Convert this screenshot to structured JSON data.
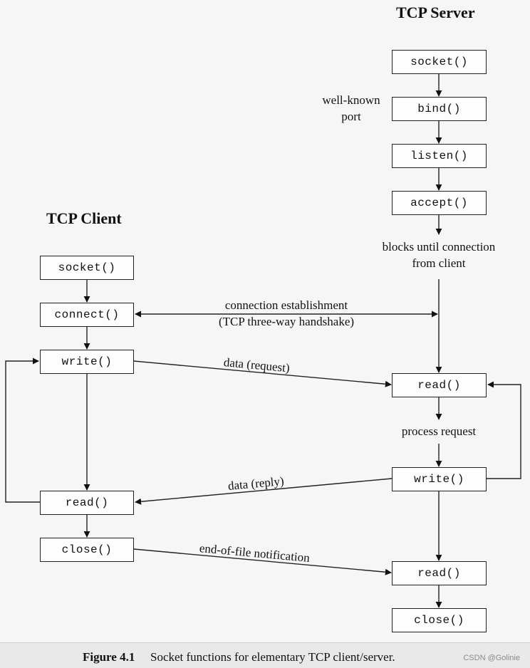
{
  "server": {
    "title": "TCP Server",
    "socket": "socket()",
    "bind": "bind()",
    "listen": "listen()",
    "accept": "accept()",
    "read1": "read()",
    "write": "write()",
    "read2": "read()",
    "close": "close()"
  },
  "client": {
    "title": "TCP Client",
    "socket": "socket()",
    "connect": "connect()",
    "write": "write()",
    "read": "read()",
    "close": "close()"
  },
  "labels": {
    "wellknown_line1": "well-known",
    "wellknown_line2": "port",
    "blocks_line1": "blocks until connection",
    "blocks_line2": "from client",
    "conn_line1": "connection establishment",
    "conn_line2": "(TCP three-way handshake)",
    "data_request": "data (request)",
    "process_request": "process request",
    "data_reply": "data (reply)",
    "eof": "end-of-file notification"
  },
  "caption": {
    "figure": "Figure 4.1",
    "text": "Socket functions for elementary TCP client/server."
  },
  "watermark": "CSDN @Golinie"
}
